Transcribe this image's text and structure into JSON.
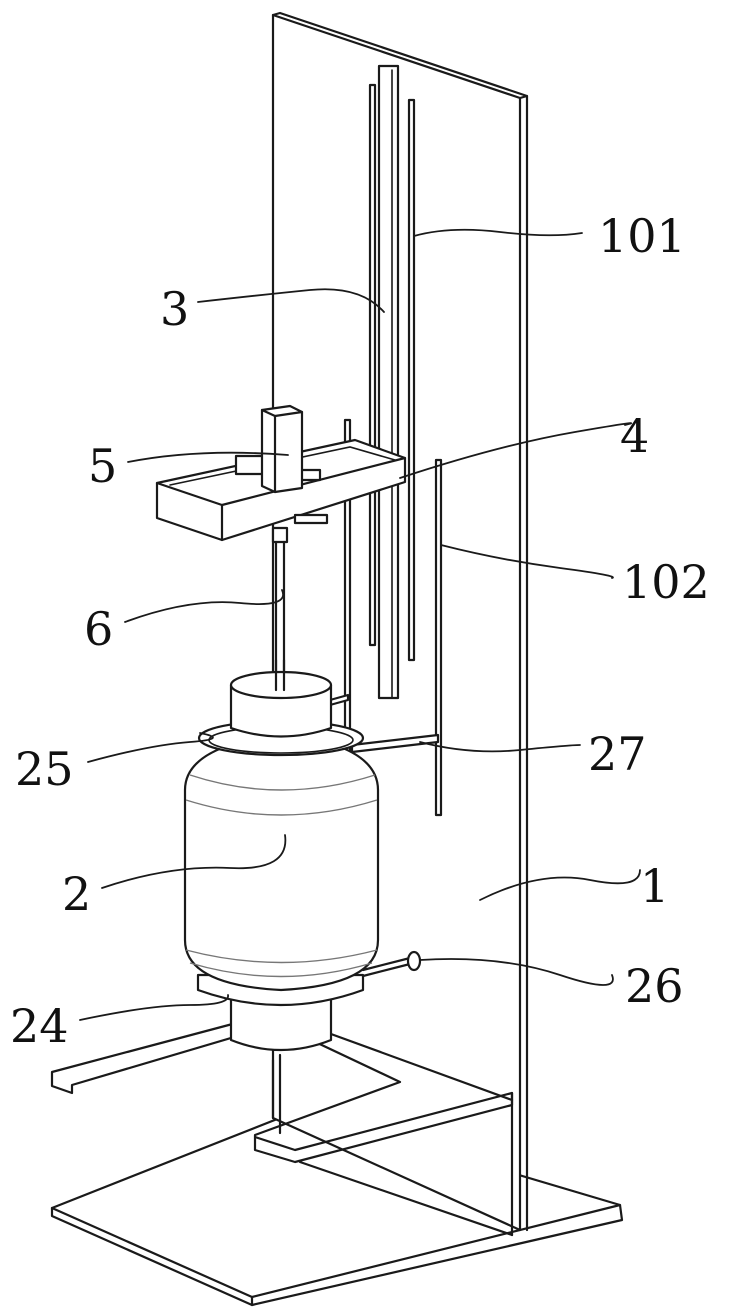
{
  "figure": {
    "type": "patent-line-drawing",
    "line_color": "#1a1a1a",
    "background": "#ffffff"
  },
  "labels": [
    {
      "id": "101",
      "text": "101",
      "part": "guide-rail"
    },
    {
      "id": "3",
      "text": "3",
      "part": "lead-screw-column"
    },
    {
      "id": "5",
      "text": "5",
      "part": "motor"
    },
    {
      "id": "4",
      "text": "4",
      "part": "slider-tray"
    },
    {
      "id": "102",
      "text": "102",
      "part": "vertical-rod"
    },
    {
      "id": "6",
      "text": "6",
      "part": "stirring-shaft"
    },
    {
      "id": "25",
      "text": "25",
      "part": "upper-flange-ring"
    },
    {
      "id": "27",
      "text": "27",
      "part": "support-arm"
    },
    {
      "id": "2",
      "text": "2",
      "part": "tank-body"
    },
    {
      "id": "1",
      "text": "1",
      "part": "back-plate"
    },
    {
      "id": "26",
      "text": "26",
      "part": "outlet-nozzle"
    },
    {
      "id": "24",
      "text": "24",
      "part": "lower-flange-ring"
    }
  ]
}
